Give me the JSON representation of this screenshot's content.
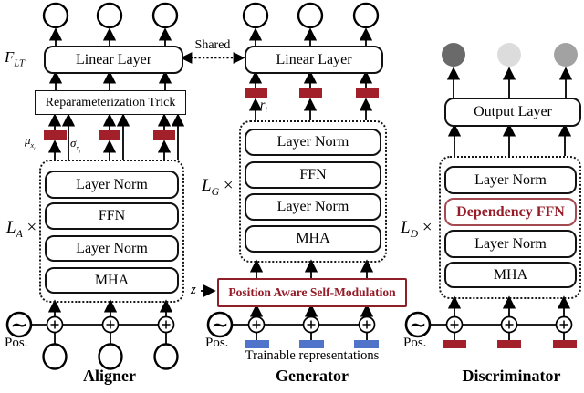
{
  "colors": {
    "bar_red": "#A2202A",
    "bar_blue": "#4F74C9",
    "dark_red_text": "#951C28",
    "node_dark": "#6A6A6A",
    "node_light": "#DCDCDC",
    "node_mid": "#A2A2A2"
  },
  "shared": {
    "label": "Shared"
  },
  "aligner": {
    "title": "Aligner",
    "output_fn": {
      "base": "F",
      "sub": "LT"
    },
    "linear_layer": "Linear Layer",
    "reparameterization": "Reparameterization Trick",
    "mu": {
      "base": "μ",
      "sub": "x",
      "subsub": "i"
    },
    "sigma": {
      "base": "σ",
      "sub": "x",
      "subsub": "i"
    },
    "loop": {
      "base": "L",
      "sub": "A",
      "times": "×"
    },
    "stack": [
      "Layer Norm",
      "FFN",
      "Layer Norm",
      "MHA"
    ],
    "pos": "Pos."
  },
  "generator": {
    "title": "Generator",
    "linear_layer": "Linear Layer",
    "residual": {
      "base": "r",
      "sub": "i"
    },
    "loop": {
      "base": "L",
      "sub": "G",
      "times": "×"
    },
    "stack": [
      "Layer Norm",
      "FFN",
      "Layer Norm",
      "MHA"
    ],
    "modulation": "Position Aware Self-Modulation",
    "z_label": "z",
    "trainable": "Trainable representations",
    "pos": "Pos."
  },
  "discriminator": {
    "title": "Discriminator",
    "output_layer": "Output Layer",
    "loop": {
      "base": "L",
      "sub": "D",
      "times": "×"
    },
    "stack": [
      "Layer Norm",
      "Dependency FFN",
      "Layer Norm",
      "MHA"
    ],
    "pos": "Pos."
  }
}
